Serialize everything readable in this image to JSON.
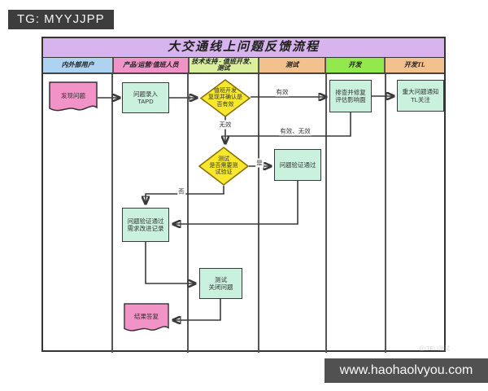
{
  "overlay": {
    "tg_badge": "TG: MYYJJPP",
    "site_badge": "www.haohaolvyou.com",
    "faint_watermark": "@ITELI测试"
  },
  "chart": {
    "title": "大交通线上问题反馈流程",
    "title_bg": "#d8b4ee",
    "lanes": [
      {
        "label": "内外部用户",
        "color": "#aed3f1"
      },
      {
        "label": "产品/运营/值班人员",
        "color": "#f193c6"
      },
      {
        "label": "技术支持 - 值班开发、测试",
        "color": "#d9ef9e"
      },
      {
        "label": "测试",
        "color": "#f2c18e"
      },
      {
        "label": "开发",
        "color": "#93e94c"
      },
      {
        "label": "开发TL",
        "color": "#f2c18e"
      }
    ],
    "node_colors": {
      "process": "#c9f1de",
      "document": "#f193c6",
      "decision": "#f7e72e"
    },
    "nodes": {
      "discover": {
        "type": "document",
        "lane": "内外部用户",
        "line1": "发现问题"
      },
      "tapd": {
        "type": "process",
        "lane": "产品/运营/值班人员",
        "line1": "问题录入",
        "line2": "TAPD"
      },
      "confirm": {
        "type": "decision",
        "lane": "技术支持 - 值班开发、测试",
        "line1": "值班开发",
        "line2": "复现并确认是",
        "line3": "否有效"
      },
      "fix": {
        "type": "process",
        "lane": "开发",
        "line1": "排查并修复",
        "line2": "评估影响面"
      },
      "notify": {
        "type": "process",
        "lane": "开发TL",
        "line1": "重大问题通知",
        "line2": "TL关注"
      },
      "need_test": {
        "type": "decision",
        "lane": "技术支持 - 值班开发、测试",
        "line1": "测试",
        "line2": "是否需要测",
        "line3": "试验证"
      },
      "verified": {
        "type": "process",
        "lane": "测试",
        "line1": "问题验证通过"
      },
      "record": {
        "type": "process",
        "lane": "产品/运营/值班人员",
        "line1": "问题验证通过",
        "line2": "需求改进记录"
      },
      "close": {
        "type": "process",
        "lane": "技术支持 - 值班开发、测试",
        "line1": "测试",
        "line2": "关闭问题"
      },
      "reply": {
        "type": "document",
        "lane": "产品/运营/值班人员",
        "line1": "结果答复"
      }
    },
    "edge_labels": {
      "valid": "有效",
      "invalid": "无效",
      "valid_invalid": "有效、无效",
      "yes": "是",
      "no": "否"
    },
    "edges": [
      {
        "from": "discover",
        "to": "tapd",
        "label": ""
      },
      {
        "from": "tapd",
        "to": "confirm",
        "label": ""
      },
      {
        "from": "confirm",
        "to": "fix",
        "label": "有效"
      },
      {
        "from": "fix",
        "to": "notify",
        "label": ""
      },
      {
        "from": "confirm",
        "to": "need_test",
        "label": "无效"
      },
      {
        "from": "fix",
        "to": "need_test",
        "label": "有效、无效"
      },
      {
        "from": "need_test",
        "to": "verified",
        "label": "是"
      },
      {
        "from": "need_test",
        "to": "record",
        "label": "否"
      },
      {
        "from": "verified",
        "to": "record",
        "label": ""
      },
      {
        "from": "record",
        "to": "close",
        "label": ""
      },
      {
        "from": "close",
        "to": "reply",
        "label": ""
      }
    ]
  }
}
